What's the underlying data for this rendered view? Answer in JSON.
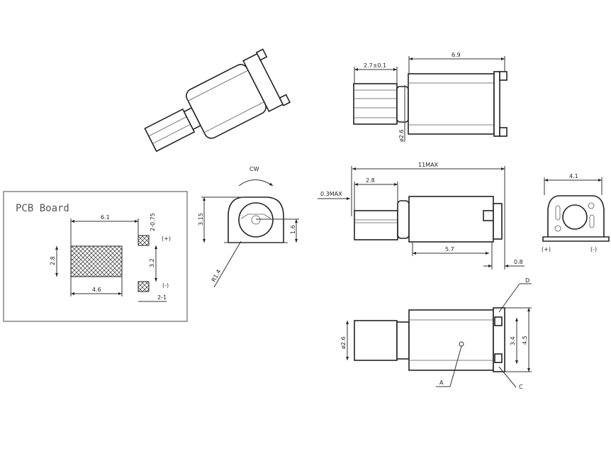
{
  "pcb_board": {
    "title": "PCB Board",
    "dim_width_total": "6.1",
    "dim_pad_width": "2-0.75",
    "label_positive": "(+)",
    "dim_height": "2.8",
    "dim_pad_spacing": "3.2",
    "dim_pad_length": "4.6",
    "label_negative": "(-)",
    "dim_pad_size": "2-1"
  },
  "end_view_front": {
    "rotation_label": "CW",
    "dim_height": "3.15",
    "dim_center_height": "1.6",
    "dim_radius": "R1.4"
  },
  "side_view_top": {
    "dim_weight_length": "2.7±0.1",
    "dim_body_length": "6.9",
    "dim_diameter": "ø2.6"
  },
  "side_view_middle": {
    "dim_total_length": "11MAX",
    "dim_weight_length": "2.8",
    "dim_gap": "0.3MAX",
    "dim_body": "5.7",
    "dim_terminal": "0.8"
  },
  "end_view_rear": {
    "dim_width": "4.1",
    "label_positive": "(+)",
    "label_negative": "(-)"
  },
  "bottom_view": {
    "label_d": "D",
    "dim_diameter": "ø2.6",
    "dim_inner": "3.4",
    "dim_outer": "4.5",
    "label_a": "A",
    "label_c": "C"
  }
}
